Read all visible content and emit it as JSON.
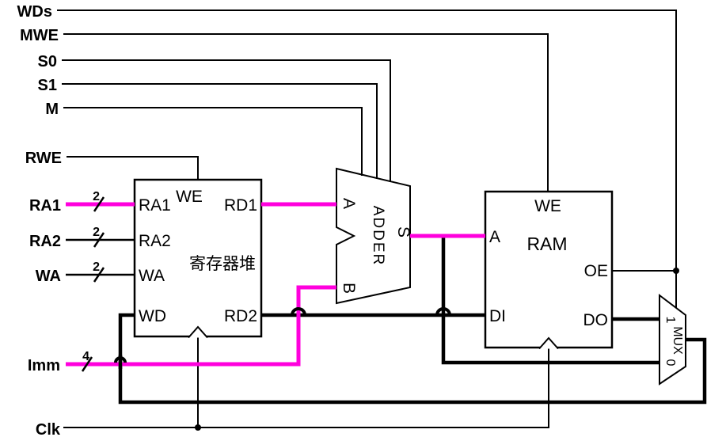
{
  "signals": {
    "wds": "WDs",
    "mwe": "MWE",
    "s0": "S0",
    "s1": "S1",
    "m": "M",
    "rwe": "RWE",
    "ra1": "RA1",
    "ra2": "RA2",
    "wa": "WA",
    "imm": "Imm",
    "clk": "Clk"
  },
  "bus_widths": {
    "ra1": "2",
    "ra2": "2",
    "wa": "2",
    "imm": "4"
  },
  "regfile": {
    "title": "寄存器堆",
    "we": "WE",
    "ra1": "RA1",
    "ra2": "RA2",
    "wa": "WA",
    "wd": "WD",
    "rd1": "RD1",
    "rd2": "RD2"
  },
  "adder": {
    "name": "ADDER",
    "a": "A",
    "b": "B",
    "s": "S"
  },
  "ram": {
    "name": "RAM",
    "we": "WE",
    "a": "A",
    "di": "DI",
    "oe": "OE",
    "do": "DO"
  },
  "mux": {
    "name": "MUX",
    "in1": "1",
    "in0": "0"
  },
  "colors": {
    "highlight": "#ff00dd",
    "wire": "#000000",
    "block_fill": "#ffffff"
  }
}
